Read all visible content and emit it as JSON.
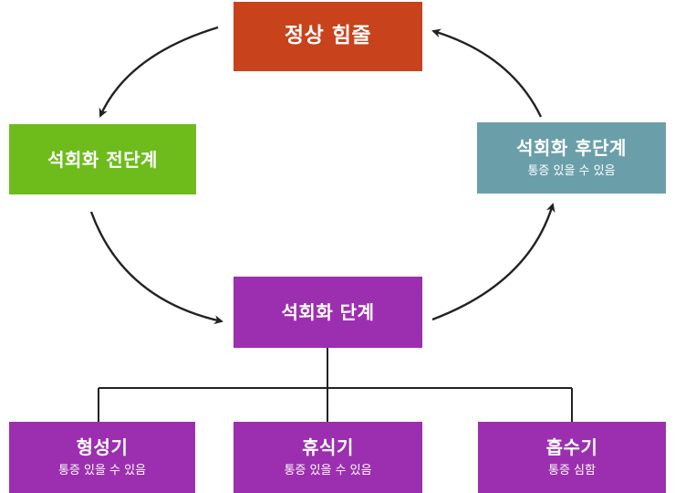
{
  "colors": {
    "normal": "#c8421c",
    "pre": "#6dbc1c",
    "post": "#6a9faa",
    "stage": "#9c2fb0",
    "connector": "#222222"
  },
  "nodes": {
    "normal": {
      "title": "정상 힘줄"
    },
    "pre": {
      "title": "석회화 전단계"
    },
    "post": {
      "title": "석회화 후단계",
      "subtitle": "통증 있을 수 있음"
    },
    "main": {
      "title": "석회화 단계"
    },
    "form": {
      "title": "형성기",
      "subtitle": "통증 있을 수 있음"
    },
    "rest": {
      "title": "휴식기",
      "subtitle": "통증 있을 수 있음"
    },
    "absorb": {
      "title": "흡수기",
      "subtitle": "통증 심함"
    }
  }
}
